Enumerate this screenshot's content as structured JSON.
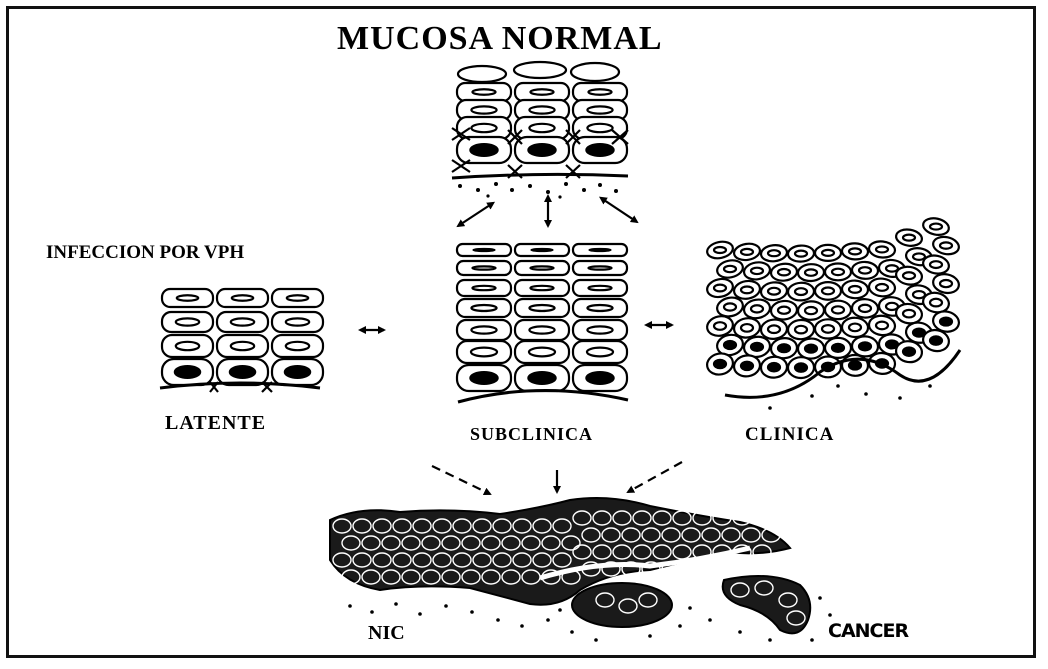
{
  "diagram": {
    "title": "MUCOSA NORMAL",
    "infection_label": "INFECCION POR VPH",
    "stages": {
      "latent": "LATENTE",
      "subclinical": "SUBCLINICA",
      "clinical": "CLINICA"
    },
    "outcomes": {
      "nic": "NIC",
      "cancer": "CANCER"
    }
  }
}
